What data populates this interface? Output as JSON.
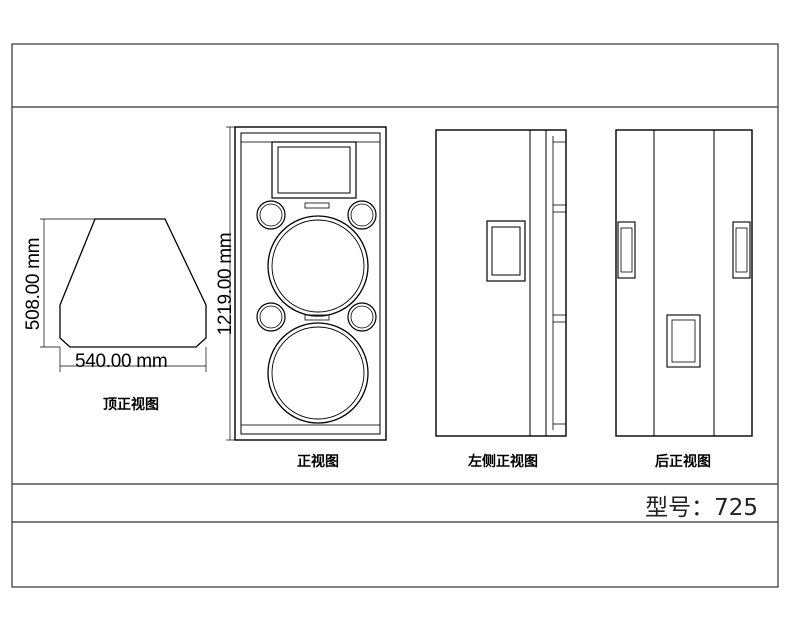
{
  "views": {
    "top": {
      "caption": "顶正视图",
      "width_dim": "540.00 mm",
      "depth_dim": "508.00 mm"
    },
    "front": {
      "caption": "正视图",
      "height_dim": "1219.00 mm"
    },
    "left_side": {
      "caption": "左侧正视图"
    },
    "rear": {
      "caption": "后正视图"
    }
  },
  "title_block": {
    "model_label": "型号：",
    "model_value": "725"
  },
  "colors": {
    "line": "#000000",
    "frame": "#333333",
    "background": "#ffffff"
  }
}
